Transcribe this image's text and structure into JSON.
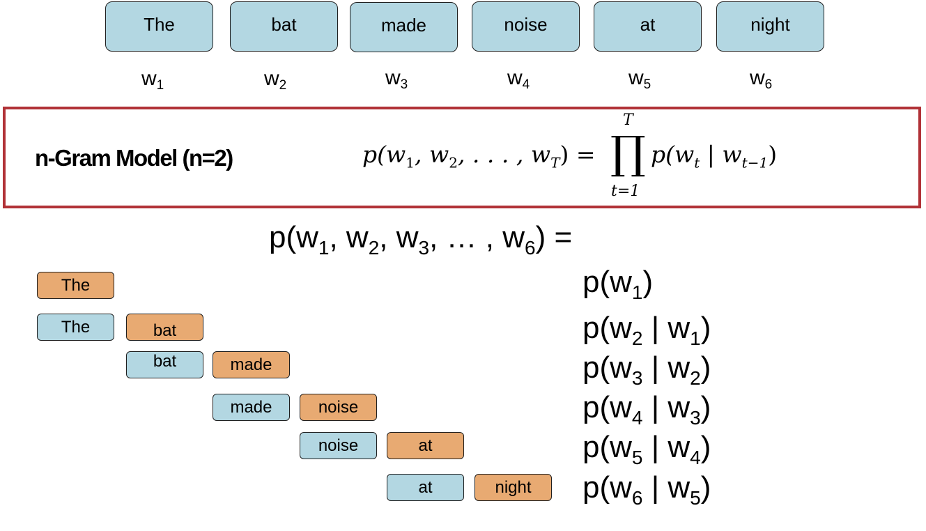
{
  "words": [
    "The",
    "bat",
    "made",
    "noise",
    "at",
    "night"
  ],
  "word_labels": [
    {
      "base": "w",
      "sub": "1"
    },
    {
      "base": "w",
      "sub": "2"
    },
    {
      "base": "w",
      "sub": "3"
    },
    {
      "base": "w",
      "sub": "4"
    },
    {
      "base": "w",
      "sub": "5"
    },
    {
      "base": "w",
      "sub": "6"
    }
  ],
  "model": {
    "title": "n-Gram Model (n=2)",
    "formula": {
      "lhs": "p(w",
      "lhs_sub1": "1",
      "lhs_mid1": ", w",
      "lhs_sub2": "2",
      "lhs_mid2": ", . . . , w",
      "lhs_sub3": "T",
      "lhs_end": ") =",
      "prod_upper": "T",
      "prod_symbol": "∏",
      "prod_lower": "t=1",
      "rhs": "p(w",
      "rhs_sub1": "t",
      "rhs_mid": " | w",
      "rhs_sub2": "t−1",
      "rhs_end": ")"
    }
  },
  "expansion": {
    "lhs": {
      "open": "p(w",
      "s1": "1",
      "c1": ", w",
      "s2": "2",
      "c2": ", w",
      "s3": "3",
      "c3": ", … , w",
      "s6": "6",
      "close": ") ="
    },
    "rows": [
      {
        "context": null,
        "target": "The",
        "prob": {
          "a": "p(w",
          "as": "1",
          "b": "",
          "bs": "",
          "end": ")"
        }
      },
      {
        "context": "The",
        "target": "bat",
        "prob": {
          "a": "p(w",
          "as": "2",
          "b": " | w",
          "bs": "1",
          "end": ")"
        }
      },
      {
        "context": "bat",
        "target": "made",
        "prob": {
          "a": "p(w",
          "as": "3",
          "b": " | w",
          "bs": "2",
          "end": ")"
        }
      },
      {
        "context": "made",
        "target": "noise",
        "prob": {
          "a": "p(w",
          "as": "4",
          "b": " | w",
          "bs": "3",
          "end": ")"
        }
      },
      {
        "context": "noise",
        "target": "at",
        "prob": {
          "a": "p(w",
          "as": "5",
          "b": " | w",
          "bs": "4",
          "end": ")"
        }
      },
      {
        "context": "at",
        "target": "night",
        "prob": {
          "a": "p(w",
          "as": "6",
          "b": " | w",
          "bs": "5",
          "end": ")"
        }
      }
    ]
  },
  "colors": {
    "context_box": "#b3d7e2",
    "target_box": "#e8aa72",
    "frame": "#b13237"
  }
}
